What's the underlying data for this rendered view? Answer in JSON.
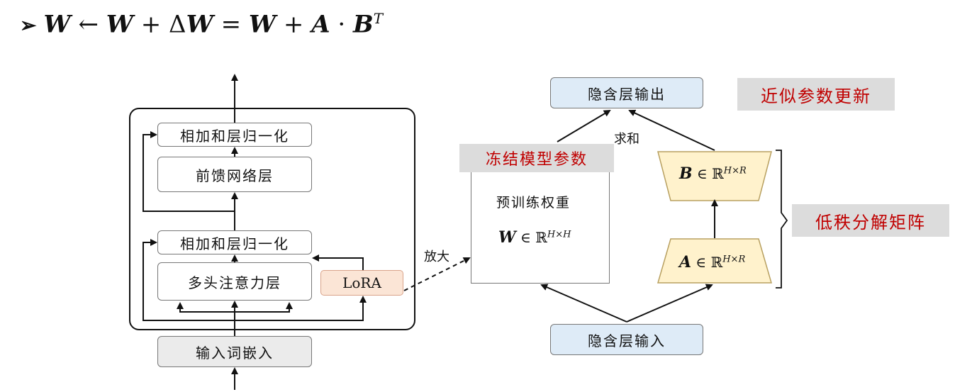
{
  "equation": {
    "bullet": "➢",
    "w1": "W",
    "arrow": " ← ",
    "w2": "W",
    "plus1": " + Δ",
    "dw": "W",
    "eq": " = ",
    "w3": "W",
    "plus2": " + ",
    "a": "A",
    "dot": " · ",
    "b": "B",
    "sup": "T"
  },
  "transformer": {
    "add_norm_top": "相加和层归一化",
    "ffn": "前馈网络层",
    "add_norm_bottom": "相加和层归一化",
    "attention": "多头注意力层",
    "lora": "LoRA",
    "embedding": "输入词嵌入"
  },
  "zoom_label": "放大",
  "lora_detail": {
    "output": "隐含层输出",
    "input": "隐含层输入",
    "sum_label": "求和",
    "frozen_tag": "冻结模型参数",
    "approx_tag": "近似参数更新",
    "lowrank_tag": "低秩分解矩阵",
    "pretrained_title": "预训练权重",
    "w_var": "W",
    "w_in": " ∈ ℝ",
    "w_sup": "H×H",
    "b_var": "B",
    "b_in": " ∈ ℝ",
    "b_sup": "H×R",
    "a_var": "A",
    "a_in": " ∈ ℝ",
    "a_sup": "H×R"
  },
  "colors": {
    "lora_fill": "#fbe5d6",
    "lora_border": "#d9a38a",
    "io_fill": "#deebf7",
    "matrix_fill": "#fff2cc",
    "matrix_border": "#b8a060",
    "tag_text": "#c00000",
    "tag_fill": "#dcdcdc",
    "embed_fill": "#ebebeb"
  }
}
